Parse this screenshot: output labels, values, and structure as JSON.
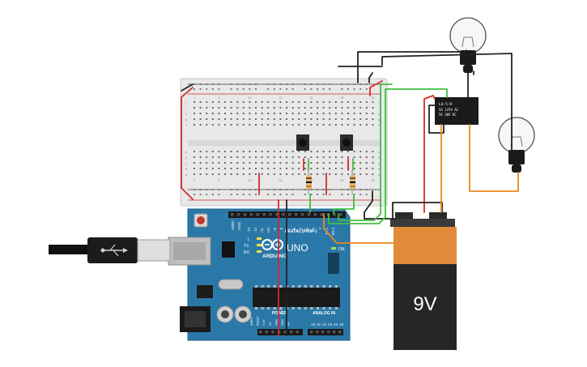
{
  "arduino": {
    "brand": "ARDUINO",
    "model": "UNO",
    "digital_label": "DIGITAL (PWM~)",
    "power_label": "POWER",
    "analog_label": "ANALOG IN",
    "tx_label": "TX",
    "rx_label": "RX",
    "on_label": "ON",
    "l_label": "L",
    "aref_label": "AREF",
    "gnd_label": "GND",
    "digital_pins": [
      "13",
      "12",
      "~11",
      "~10",
      "~9",
      "8",
      "7",
      "~6",
      "~5",
      "4",
      "~3",
      "2",
      "TX 1",
      "RX 0"
    ],
    "power_pins": [
      "IOREF",
      "RESET",
      "3.3V",
      "5V",
      "GND",
      "GND",
      "Vin"
    ],
    "analog_pins": [
      "A0",
      "A1",
      "A2",
      "A3",
      "A4",
      "A5"
    ]
  },
  "battery": {
    "voltage_label": "9V"
  },
  "relay": {
    "line1": "LU-5-R",
    "line2": "5A 125V AC",
    "line3": "5A 30V DC"
  },
  "breadboard": {
    "row_letters_top": [
      "j",
      "i",
      "h",
      "g",
      "f"
    ],
    "row_letters_bottom": [
      "e",
      "d",
      "c",
      "b",
      "a"
    ],
    "column_numbers": [
      "1",
      "5",
      "10",
      "15",
      "20",
      "25",
      "30"
    ]
  },
  "colors": {
    "board": "#2a78a8",
    "breadboard": "#e6e6e6",
    "wire_red": "#d42a2a",
    "wire_black": "#222222",
    "wire_green": "#3fbf3f",
    "wire_orange": "#ea8a1c",
    "battery_top": "#e08c3a",
    "battery_body": "#262626"
  }
}
